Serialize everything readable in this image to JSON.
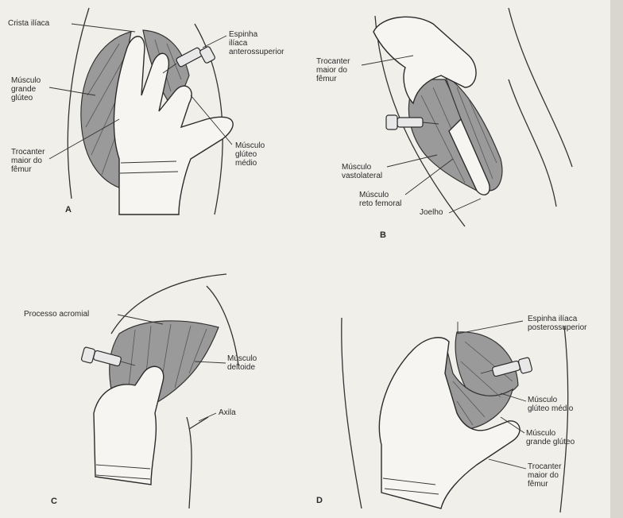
{
  "panels": {
    "a": {
      "letter": "A",
      "labels": {
        "crista": "Crista ilíaca",
        "espinha_l1": "Espinha",
        "espinha_l2": "ilíaca",
        "espinha_l3": "anterossuperior",
        "grande_l1": "Músculo",
        "grande_l2": "grande",
        "grande_l3": "glúteo",
        "trocanter_l1": "Trocanter",
        "trocanter_l2": "maior do",
        "trocanter_l3": "fêmur",
        "medio_l1": "Músculo",
        "medio_l2": "glúteo",
        "medio_l3": "médio"
      }
    },
    "b": {
      "letter": "B",
      "labels": {
        "trocanter_l1": "Trocanter",
        "trocanter_l2": "maior do",
        "trocanter_l3": "fêmur",
        "vasto_l1": "Músculo",
        "vasto_l2": "vastolateral",
        "reto_l1": "Músculo",
        "reto_l2": "reto femoral",
        "joelho": "Joelho"
      }
    },
    "c": {
      "letter": "C",
      "labels": {
        "acromial": "Processo acromial",
        "deltoide_l1": "Músculo",
        "deltoide_l2": "deltoide",
        "axila": "Axila"
      }
    },
    "d": {
      "letter": "D",
      "labels": {
        "espinha_l1": "Espinha ilíaca",
        "espinha_l2": "posterossuperior",
        "medio_l1": "Músculo",
        "medio_l2": "glúteo médio",
        "grande_l1": "Músculo",
        "grande_l2": "grande glúteo",
        "trocanter_l1": "Trocanter",
        "trocanter_l2": "maior do",
        "trocanter_l3": "fêmur"
      }
    }
  }
}
